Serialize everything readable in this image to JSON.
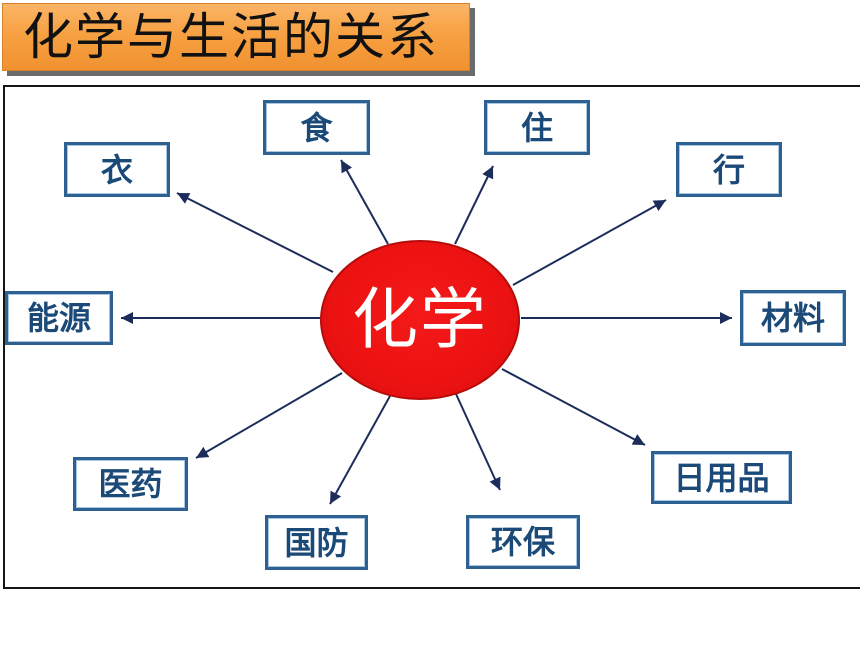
{
  "slide": {
    "title": "化学与生活的关系"
  },
  "diagram": {
    "center": "化学",
    "nodes": [
      {
        "label": "衣"
      },
      {
        "label": "食"
      },
      {
        "label": "住"
      },
      {
        "label": "行"
      },
      {
        "label": "材料"
      },
      {
        "label": "日用品"
      },
      {
        "label": "环保"
      },
      {
        "label": "国防"
      },
      {
        "label": "医药"
      },
      {
        "label": "能源"
      }
    ]
  },
  "colors": {
    "title_bg": "#f7a143",
    "center_fill": "#ec1212",
    "box_border": "#2c6192",
    "label_text": "#1b4978",
    "arrow": "#1c2d5c"
  }
}
